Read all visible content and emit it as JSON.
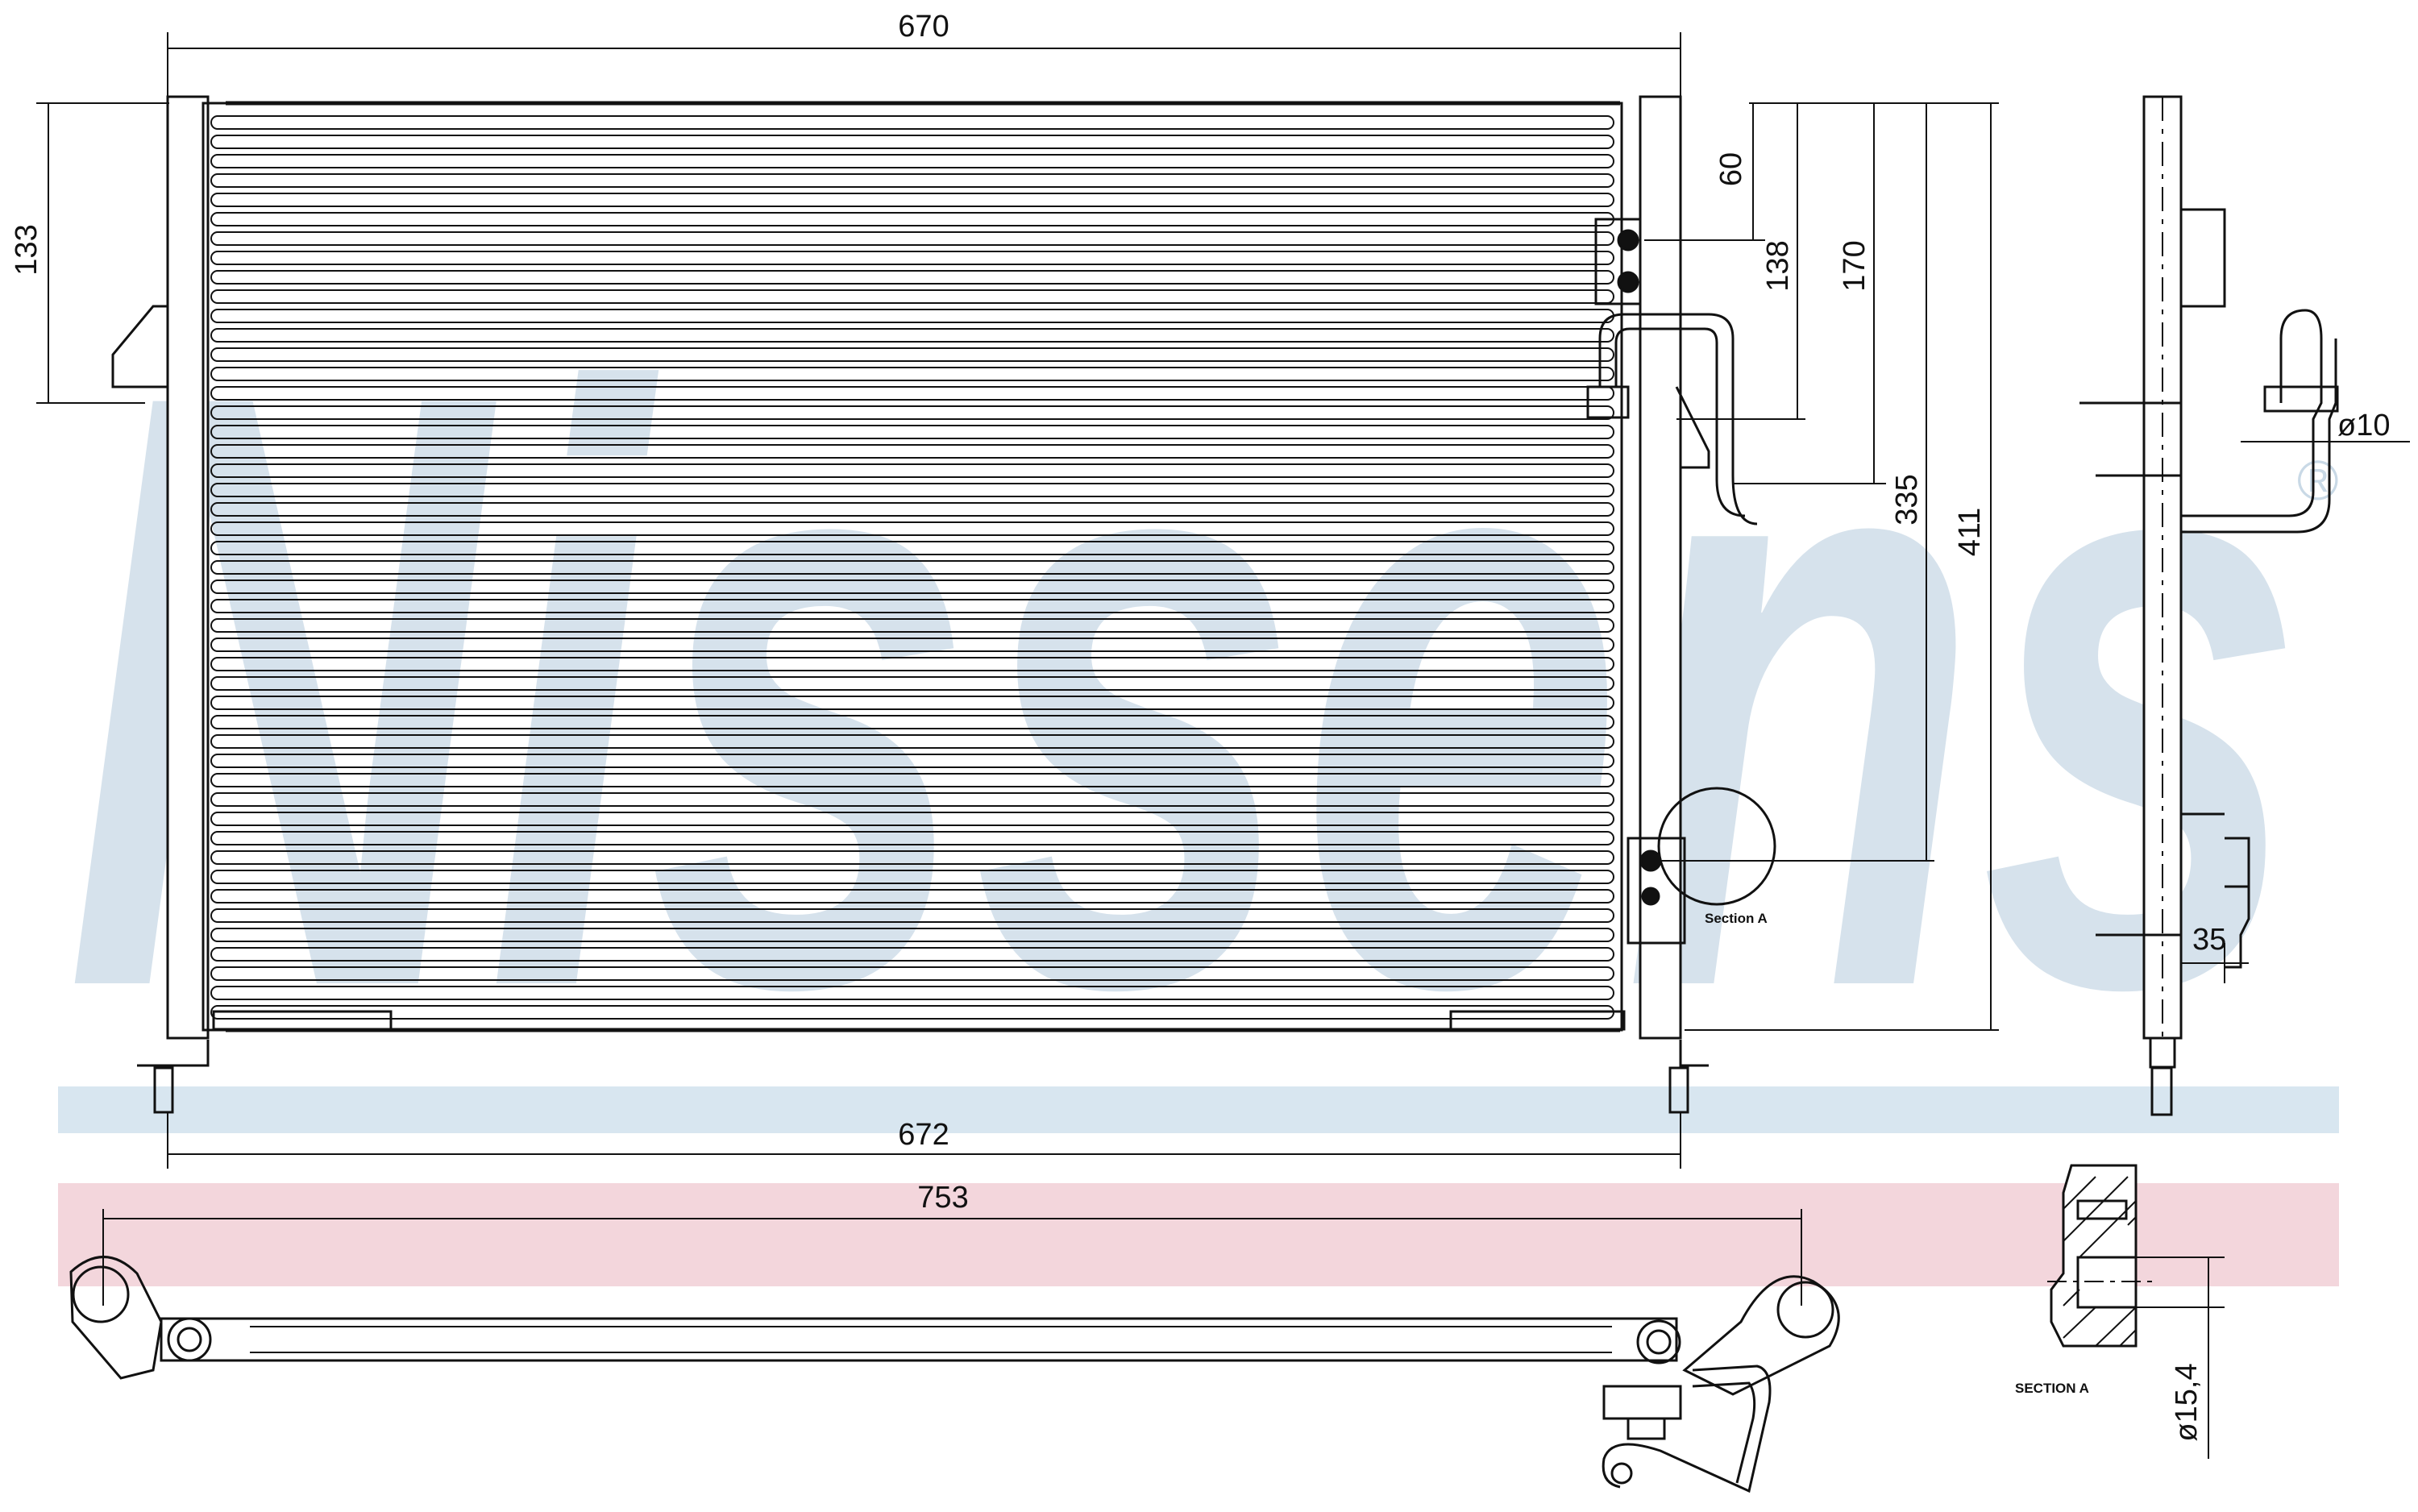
{
  "watermark": {
    "text": "Nissens",
    "registered_mark": "®",
    "color": "#c9d9e6"
  },
  "band_colors": {
    "blue": "#d8e6f0",
    "pink": "#f3d6dc"
  },
  "dimensions": {
    "width_top": "670",
    "width_bottom": "672",
    "overall_length": "753",
    "left_height": "133",
    "d60": "60",
    "d138": "138",
    "d170": "170",
    "d335": "335",
    "d411": "411",
    "pipe_diameter": "ø10",
    "side_offset": "35",
    "section_diameter": "ø15,4"
  },
  "labels": {
    "section_front": "Section A",
    "section_detail": "SECTION A"
  }
}
